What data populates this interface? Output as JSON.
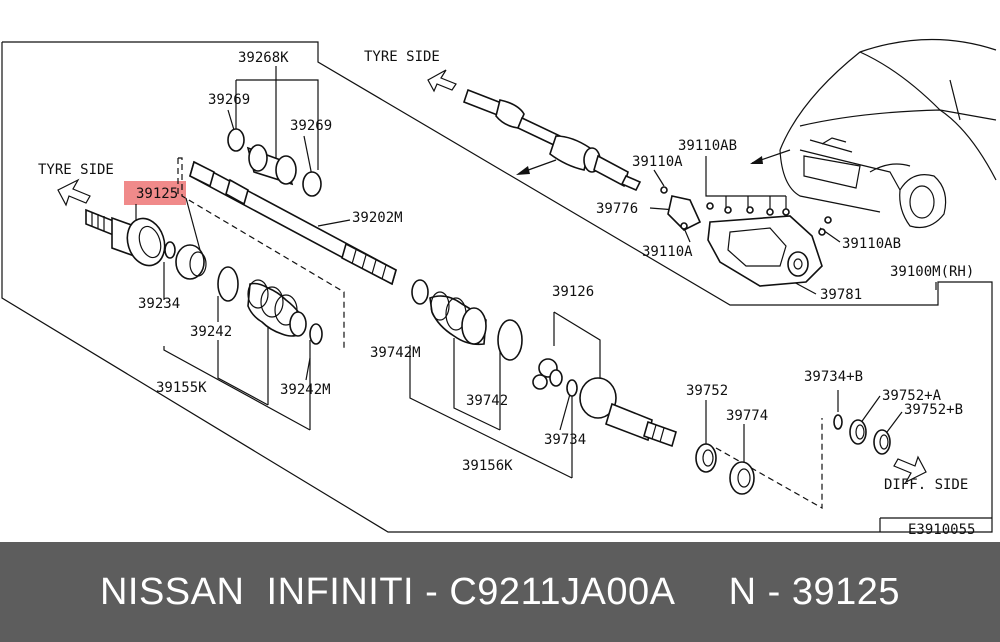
{
  "labels": {
    "tyre_side_top": "TYRE SIDE",
    "tyre_side_left": "TYRE SIDE",
    "diff_side": "DIFF. SIDE",
    "diagram_code": "E3910055",
    "rh": "39100M(RH)"
  },
  "parts": {
    "p39268k": "39268K",
    "p39269a": "39269",
    "p39269b": "39269",
    "p39125": "39125",
    "p39202m": "39202M",
    "p39234": "39234",
    "p39242": "39242",
    "p39155k": "39155K",
    "p39242m": "39242M",
    "p39742m": "39742M",
    "p39742": "39742",
    "p39156k": "39156K",
    "p39126": "39126",
    "p39734": "39734",
    "p39752": "39752",
    "p39774": "39774",
    "p39734b": "39734+B",
    "p39752a": "39752+A",
    "p39752b": "39752+B",
    "p39110a1": "39110A",
    "p39110a2": "39110A",
    "p39110ab1": "39110AB",
    "p39110ab2": "39110AB",
    "p39776": "39776",
    "p39781": "39781"
  },
  "highlight_color": "#f08a8a",
  "footer": "NISSAN  INFINITI - C9211JA00A     N - 39125"
}
